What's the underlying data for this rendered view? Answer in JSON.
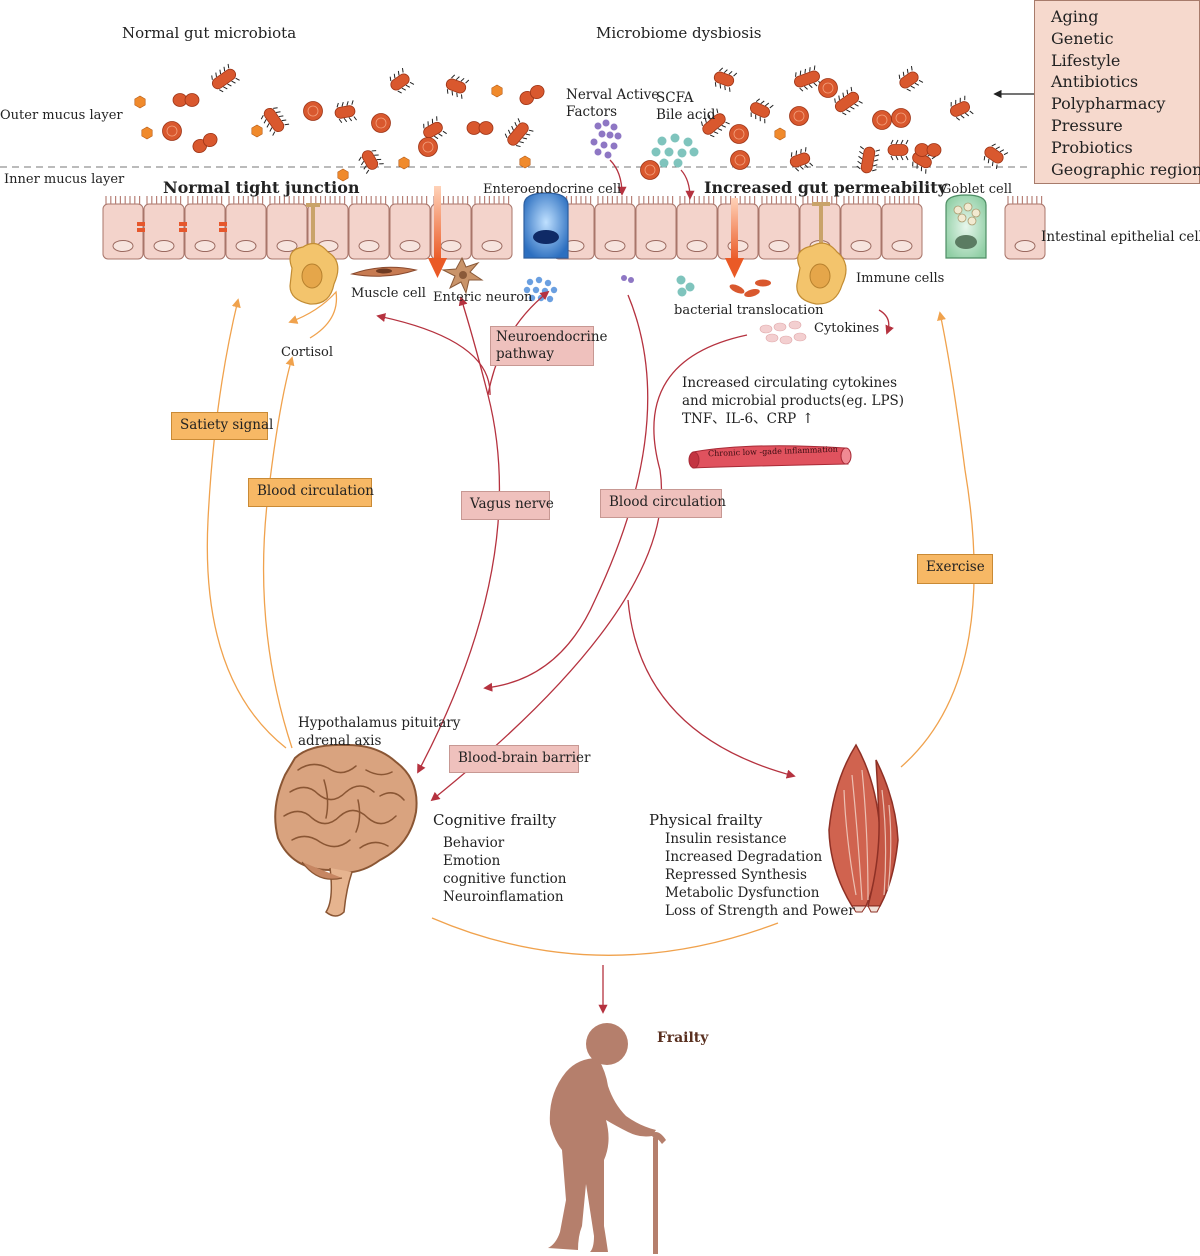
{
  "top": {
    "normal_label": "Normal gut microbiota",
    "dysbiosis_label": "Microbiome dysbiosis",
    "outer_mucus": "Outer mucus layer",
    "inner_mucus": "Inner mucus layer"
  },
  "factors": [
    "Aging",
    "Genetic",
    "Lifestyle",
    "Antibiotics",
    "Polypharmacy",
    "Pressure",
    "Probiotics",
    "Geographic regions"
  ],
  "labels": {
    "nerval_active": "Nerval Active",
    "nerval_factors": "Factors",
    "scfa": "SCFA",
    "bile_acid": "Bile acid",
    "normal_tight_junction": "Normal tight junction",
    "enteroendocrine_cell": "Enteroendocrine cell",
    "increased_permeability": "Increased gut permeability",
    "goblet_cell": "Goblet cell",
    "intestinal_epithelial": "Intestinal epithelial cells",
    "muscle_cell": "Muscle cell",
    "enteric_neuron": "Enteric neuron",
    "bacterial_translocation": "bacterial translocation",
    "immune_cells": "Immune cells",
    "cytokines": "Cytokines",
    "cortisol": "Cortisol",
    "circulating_1": "Increased circulating cytokines",
    "circulating_2": "and microbial products(eg. LPS)",
    "circulating_3": "TNF、IL-6、CRP",
    "circulating_arrow": "↑",
    "chronic_inflammation": "Chronic low -gade inflammation",
    "hpa_1": "Hypothalamus pituitary",
    "hpa_2": "adrenal axis",
    "frailty": "Frailty"
  },
  "boxes": {
    "satiety_signal": "Satiety signal",
    "blood_circulation_left": "Blood circulation",
    "neuroendocrine_1": "Neuroendocrine",
    "neuroendocrine_2": "pathway",
    "vagus_nerve": "Vagus nerve",
    "blood_circulation_right": "Blood circulation",
    "exercise": "Exercise",
    "blood_brain_barrier": "Blood-brain barrier"
  },
  "cognitive": {
    "title": "Cognitive frailty",
    "items": [
      "Behavior",
      "Emotion",
      "cognitive function",
      "Neuroinflamation"
    ]
  },
  "physical": {
    "title": "Physical frailty",
    "items": [
      "Insulin resistance",
      "Increased Degradation",
      "Repressed Synthesis",
      "Metabolic Dysfunction",
      "Loss of Strength and Power"
    ]
  },
  "colors": {
    "bacteria": "#d9582e",
    "orange_line": "#f0a24d",
    "red_line": "#b5323f",
    "epithelium": "#f3d3cb",
    "box_orange": "#f7b865",
    "box_pink": "#efc1bd"
  }
}
